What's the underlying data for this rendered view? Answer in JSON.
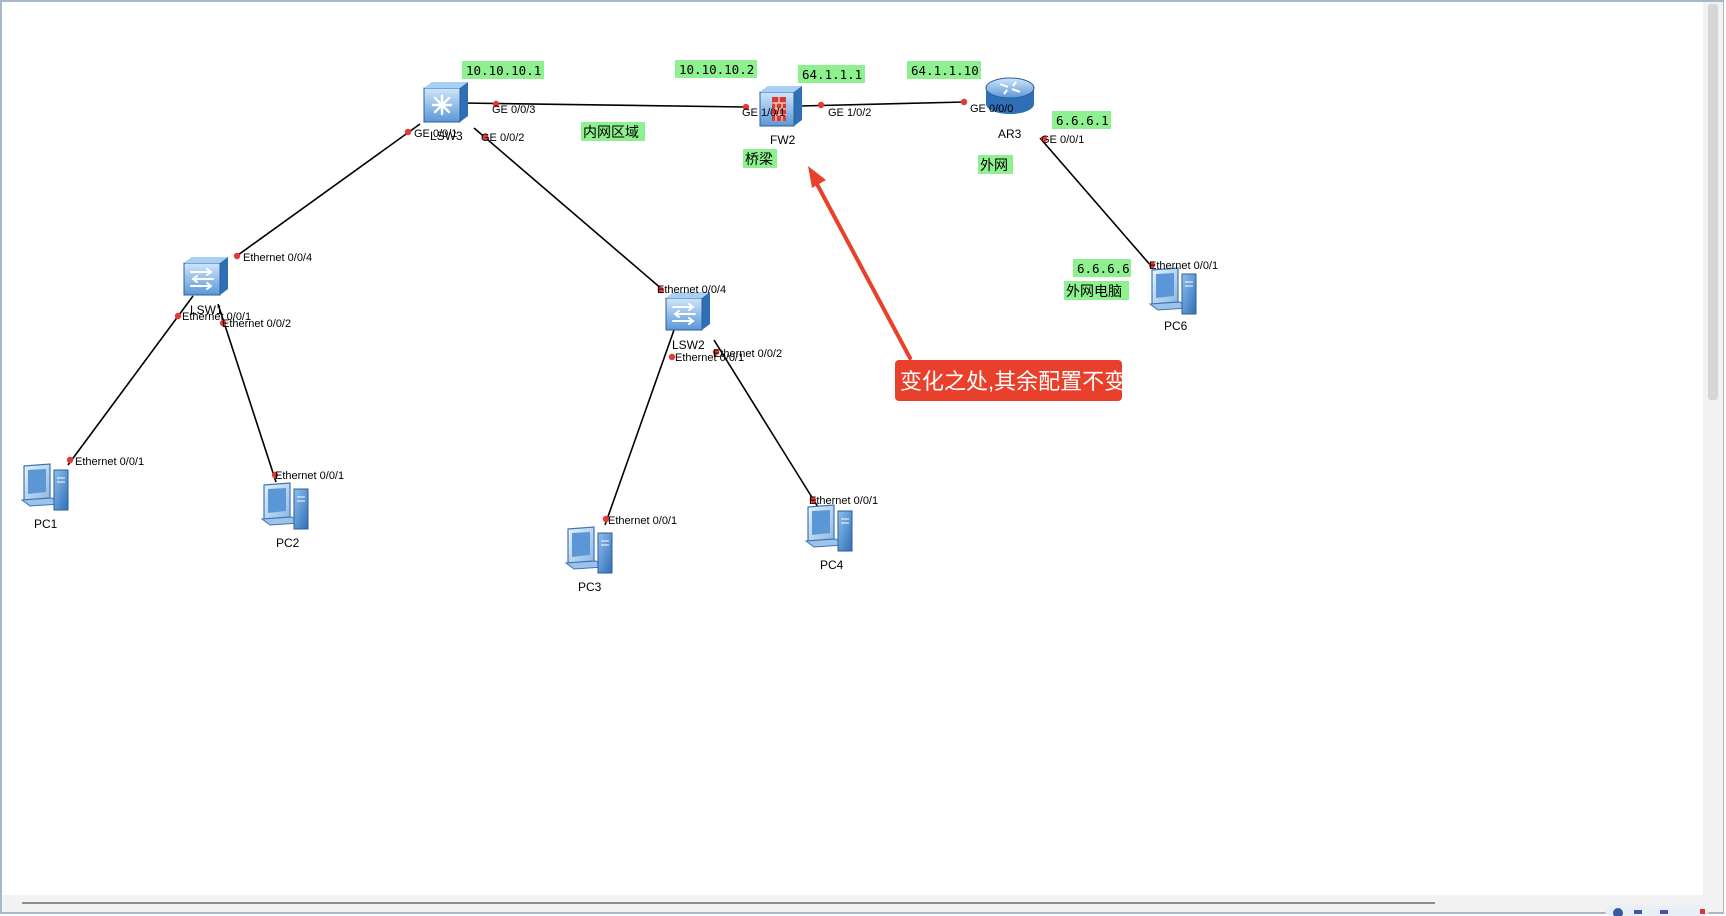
{
  "colors": {
    "link": "#000000",
    "port_dot": "#e53935",
    "label_bg": "#8ef08e",
    "callout_bg": "#e8402a",
    "callout_text": "#ffffff",
    "window_border": "#a9b7c9"
  },
  "devices": {
    "lsw3": {
      "name": "LSW3",
      "icon": "l3-switch-icon"
    },
    "fw2": {
      "name": "FW2",
      "icon": "firewall-icon"
    },
    "ar3": {
      "name": "AR3",
      "icon": "router-icon"
    },
    "lsw1": {
      "name": "LSW1",
      "icon": "switch-icon"
    },
    "lsw2": {
      "name": "LSW2",
      "icon": "switch-icon"
    },
    "pc1": {
      "name": "PC1",
      "icon": "pc-icon"
    },
    "pc2": {
      "name": "PC2",
      "icon": "pc-icon"
    },
    "pc3": {
      "name": "PC3",
      "icon": "pc-icon"
    },
    "pc4": {
      "name": "PC4",
      "icon": "pc-icon"
    },
    "pc6": {
      "name": "PC6",
      "icon": "pc-icon"
    }
  },
  "ports": {
    "lsw3_ge003": "GE 0/0/3",
    "lsw3_ge001": "GE 0/0/1",
    "lsw3_ge002": "GE 0/0/2",
    "fw2_ge101": "GE 1/0/1",
    "fw2_ge102": "GE 1/0/2",
    "ar3_ge000": "GE 0/0/0",
    "ar3_ge001": "GE 0/0/1",
    "lsw1_e004": "Ethernet 0/0/4",
    "lsw1_e001": "Ethernet 0/0/1",
    "lsw1_e002": "Ethernet 0/0/2",
    "lsw2_e004": "Ethernet 0/0/4",
    "lsw2_e001": "Ethernet 0/0/1",
    "lsw2_e002": "Ethernet 0/0/2",
    "pc1_e001": "Ethernet 0/0/1",
    "pc2_e001": "Ethernet 0/0/1",
    "pc3_e001": "Ethernet 0/0/1",
    "pc4_e001": "Ethernet 0/0/1",
    "pc6_e001": "Ethernet 0/0/1"
  },
  "ip_labels": {
    "lsw3_ip": "10.10.10.1",
    "fw2_inside_ip": "10.10.10.2",
    "fw2_outside_ip": "64.1.1.1",
    "ar3_ip": "64.1.1.10",
    "ar3_outside_ip": "6.6.6.1",
    "pc6_ip": "6.6.6.6"
  },
  "zone_labels": {
    "inner": "内网区域",
    "bridge": "桥梁",
    "outer": "外网",
    "outer_pc": "外网电脑"
  },
  "callout": {
    "text": "变化之处,其余配置不变"
  }
}
